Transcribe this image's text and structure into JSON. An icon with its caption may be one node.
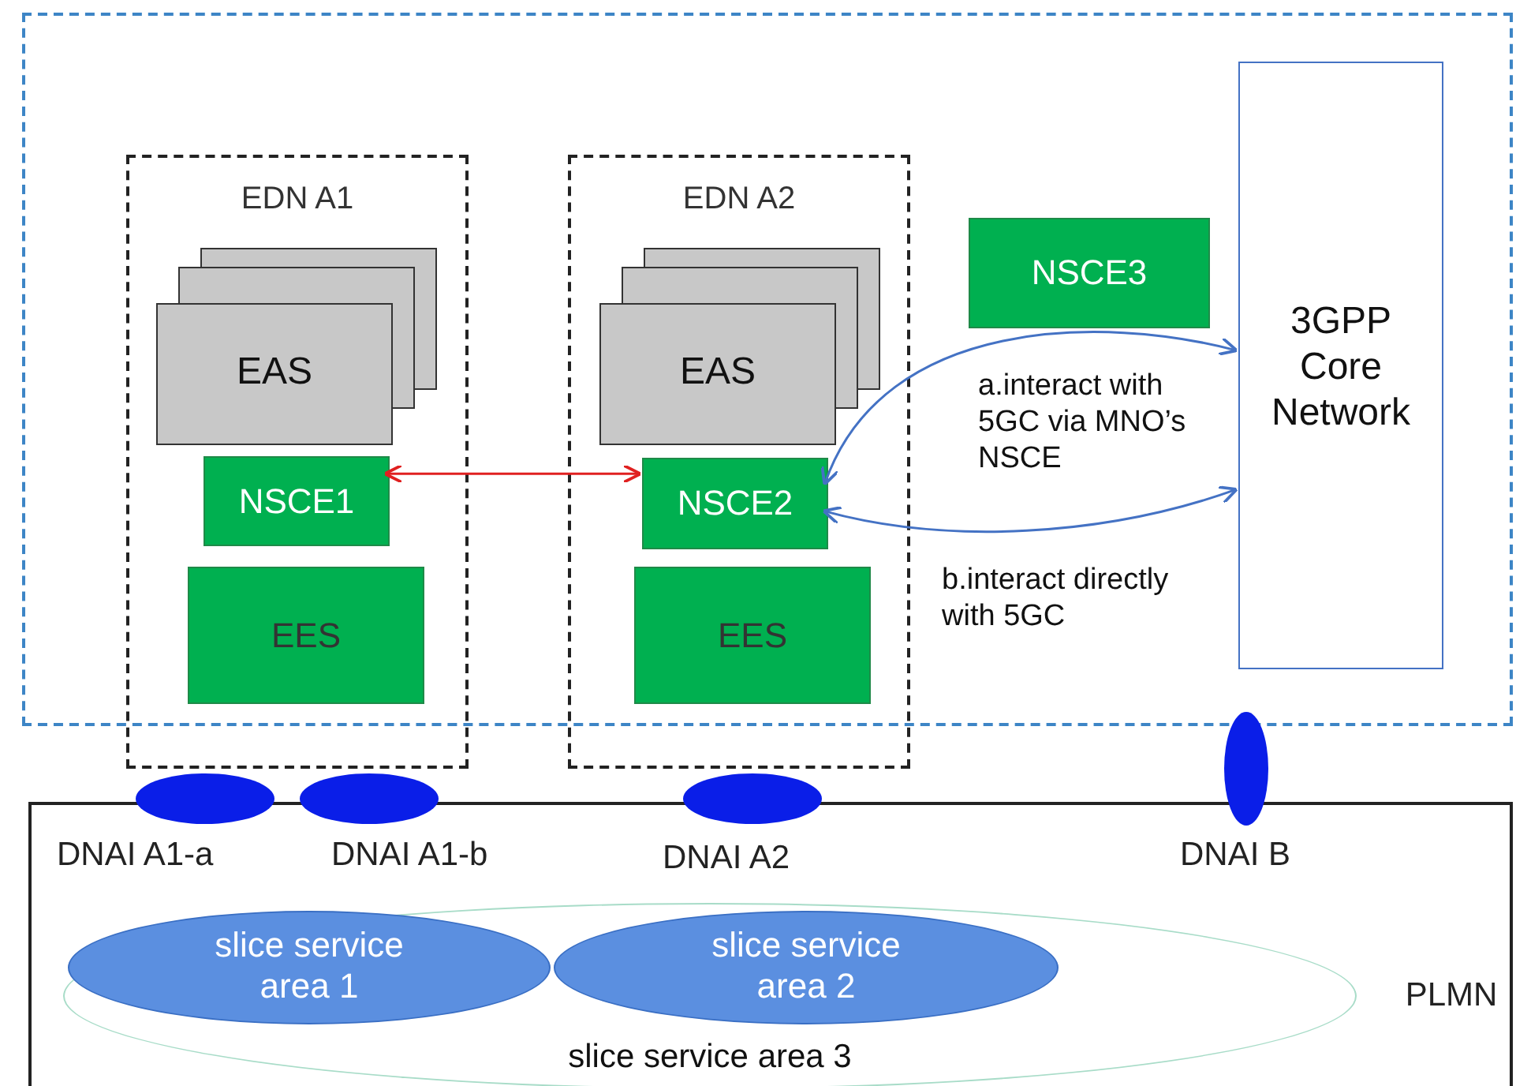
{
  "diagram": {
    "nodes": [
      {
        "text": [],
        "shape": "box"
      },
      {
        "text": [
          "EDN A1"
        ]
      },
      {
        "text": [
          "EAS"
        ],
        "in": 1
      },
      {
        "text": [
          "NSCE1"
        ],
        "in": 1
      },
      {
        "text": [
          "EES"
        ],
        "in": 1
      },
      {
        "text": [
          "EDN A2"
        ]
      },
      {
        "text": [
          "EAS"
        ],
        "in": 5
      },
      {
        "text": [
          "NSCE2"
        ],
        "in": 5
      },
      {
        "text": [
          "EES"
        ],
        "in": 5
      },
      {
        "text": [
          "NSCE3"
        ],
        "in": 0
      },
      {
        "text": [
          "3GPP Core Network"
        ],
        "in": 0
      },
      {
        "text": [
          "PLMN"
        ]
      },
      {
        "text": [
          "slice service area 3"
        ],
        "in": 11
      },
      {
        "text": [
          "slice service area 1"
        ],
        "in": 12
      },
      {
        "text": [
          "slice service area 2"
        ],
        "in": 12
      },
      {
        "text": [],
        "shape": "ellipse",
        "beside": [
          "DNAI A1-a"
        ]
      },
      {
        "text": [],
        "shape": "ellipse",
        "beside": [
          "DNAI A1-b"
        ]
      },
      {
        "text": [],
        "shape": "ellipse",
        "beside": [
          "DNAI A2"
        ]
      },
      {
        "text": [],
        "shape": "ellipse",
        "beside": [
          "DNAI B"
        ]
      }
    ],
    "edges": [
      {
        "from": 3,
        "to": 7,
        "arrow": "both",
        "color": "#e02020"
      },
      {
        "from": 7,
        "to": 10,
        "arrow": "both",
        "label": "a.interact with 5GC via MNO’s NSCE"
      },
      {
        "from": 7,
        "to": 10,
        "arrow": "both",
        "label": "b.interact directly with 5GC"
      }
    ]
  }
}
